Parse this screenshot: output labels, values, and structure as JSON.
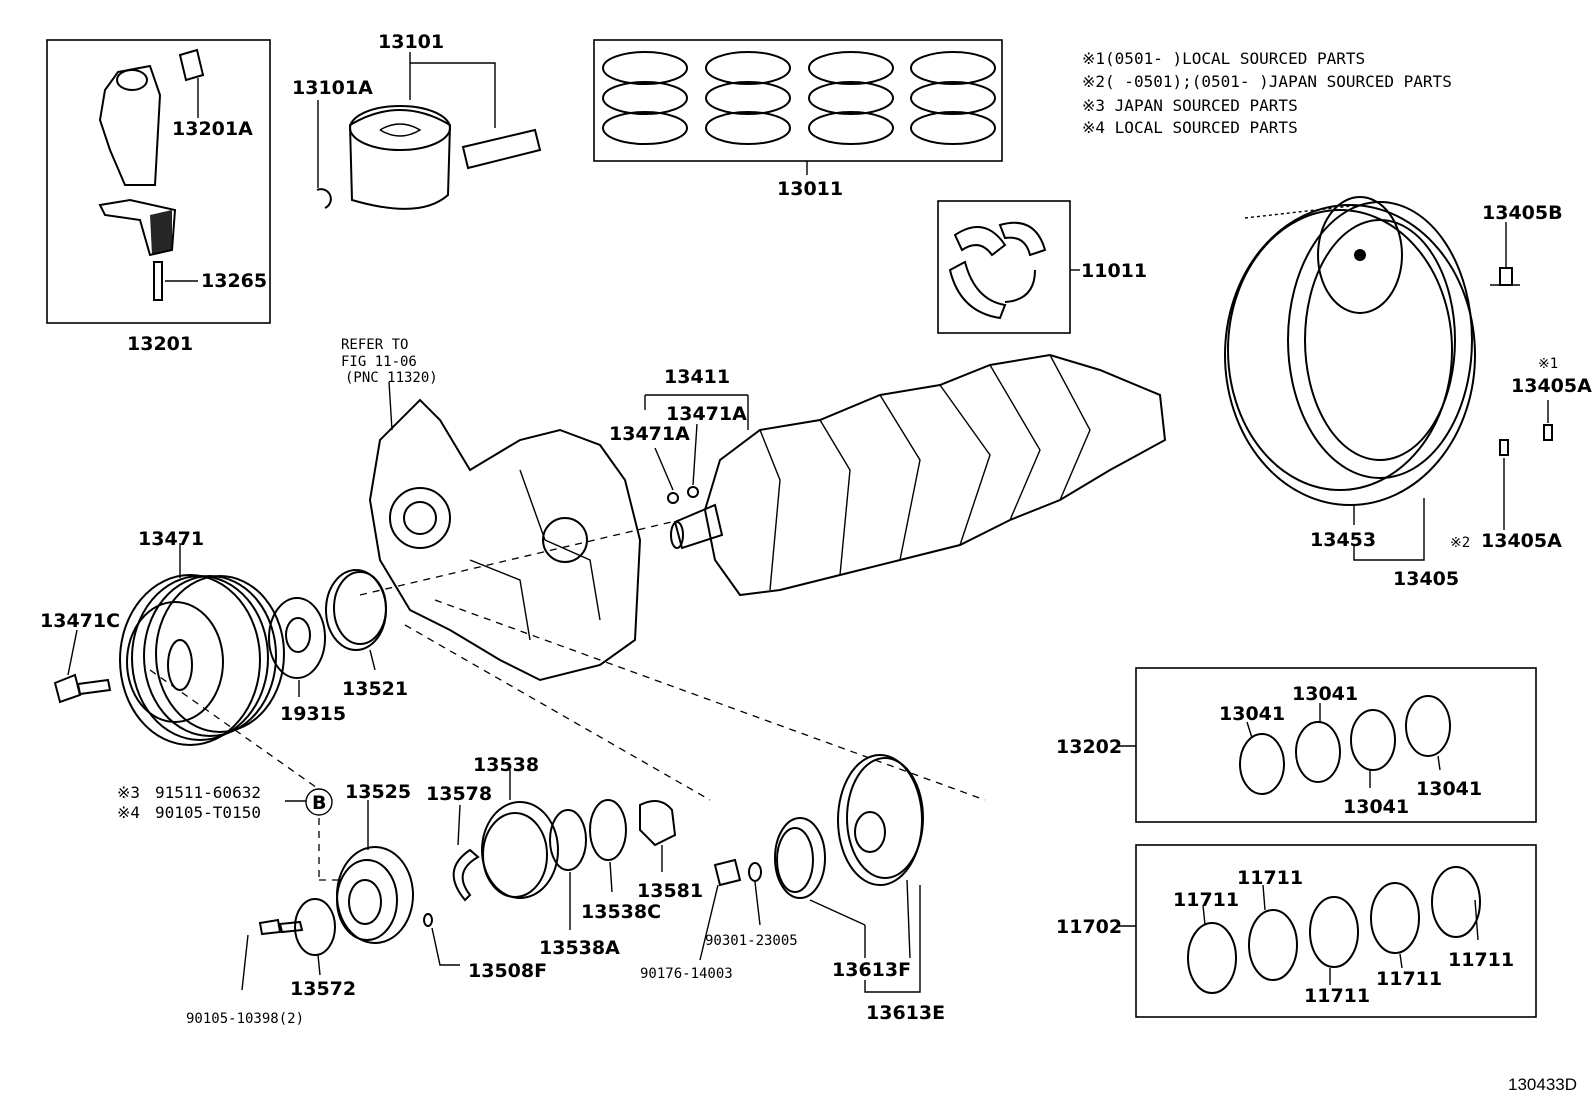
{
  "notes": [
    "※1(0501-     )LOCAL SOURCED PARTS",
    "※2(     -0501);(0501-     )JAPAN SOURCED PARTS",
    "※3 JAPAN SOURCED PARTS",
    "※4 LOCAL SOURCED PARTS"
  ],
  "refer": {
    "line1": "REFER TO",
    "line2": "FIG 11-06",
    "line3": "(PNC 11320)"
  },
  "labels": {
    "p13101": "13101",
    "p13101A": "13101A",
    "p13201A": "13201A",
    "p13265": "13265",
    "p13201": "13201",
    "p13011": "13011",
    "p11011": "11011",
    "p13405B": "13405B",
    "mark1": "※1",
    "p13405A_1": "13405A",
    "p13405A_2": "13405A",
    "mark2": "※2",
    "p13453": "13453",
    "p13405": "13405",
    "p13411": "13411",
    "p13471A_1": "13471A",
    "p13471A_2": "13471A",
    "p13471": "13471",
    "p13471C": "13471C",
    "p19315": "19315",
    "p13521": "13521",
    "p13538": "13538",
    "p13525": "13525",
    "p13578": "13578",
    "p13581": "13581",
    "p13538C": "13538C",
    "p13538A": "13538A",
    "p13508F": "13508F",
    "p13572": "13572",
    "p90105_10398": "90105-10398(2)",
    "p90176": "90176-14003",
    "p90301": "90301-23005",
    "p13613F": "13613F",
    "p13613E": "13613E",
    "p13202": "13202",
    "p13041_a": "13041",
    "p13041_b": "13041",
    "p13041_c": "13041",
    "p13041_d": "13041",
    "p11702": "11702",
    "p11711_a": "11711",
    "p11711_b": "11711",
    "p11711_c": "11711",
    "p11711_d": "11711",
    "p11711_e": "11711",
    "b3_mark": "※3",
    "b3_part": "91511-60632",
    "b4_mark": "※4",
    "b4_part": "90105-T0150",
    "b_circle": "B",
    "figure_code": "130433D"
  }
}
